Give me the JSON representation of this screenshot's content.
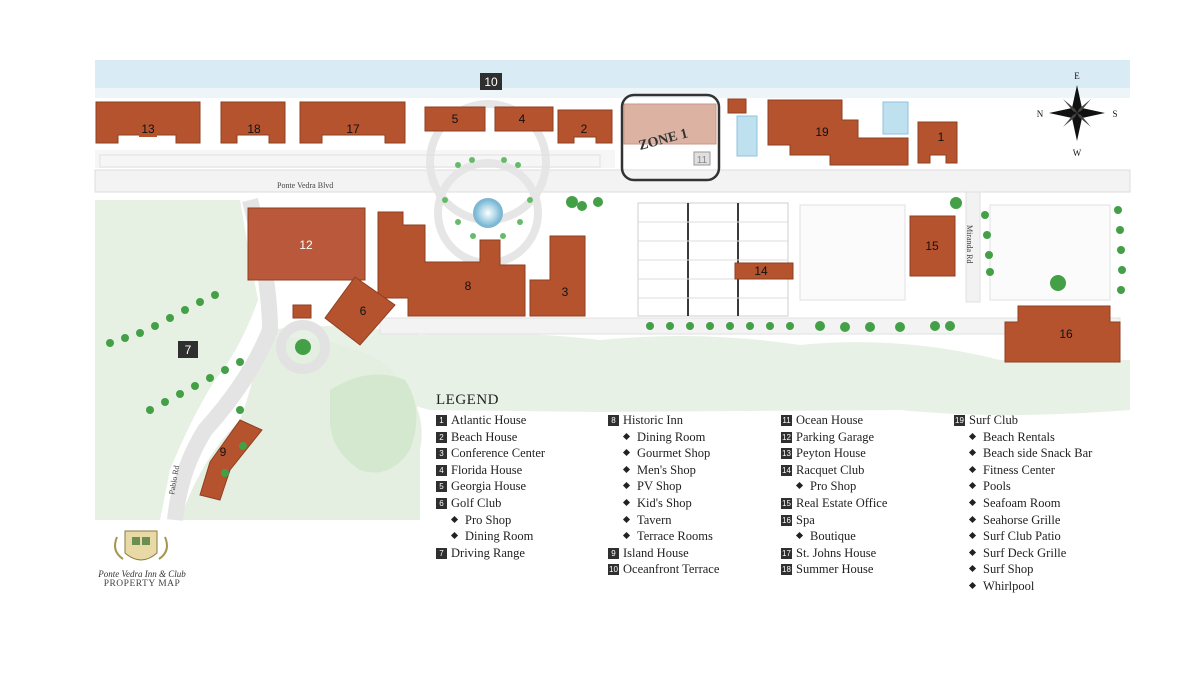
{
  "map": {
    "road_labels": {
      "ponte_vedra_blvd": "Ponte Vedra Blvd",
      "miranda_rd": "Miranda Rd",
      "pablo_rd": "Pablo Rd"
    },
    "zone_label": "ZONE 1",
    "compass": {
      "north": "N",
      "south": "S",
      "east": "E",
      "west": "W"
    },
    "building_numbers": {
      "b1": "1",
      "b2": "2",
      "b3": "3",
      "b4": "4",
      "b5": "5",
      "b6": "6",
      "b7": "7",
      "b8": "8",
      "b9": "9",
      "b10": "10",
      "b11": "11",
      "b12": "12",
      "b13": "13",
      "b14": "14",
      "b15": "15",
      "b16": "16",
      "b17": "17",
      "b18": "18",
      "b19": "19"
    },
    "colors": {
      "building": "#b5532f",
      "water": "#dcecf5",
      "green": "#e8f1e6",
      "road": "#f4f4f4",
      "tree": "#3f9b43",
      "label_badge": "#2f2f2f"
    }
  },
  "legend": {
    "title": "LEGEND",
    "col1": [
      {
        "num": "1",
        "text": "Atlantic House"
      },
      {
        "num": "2",
        "text": "Beach House"
      },
      {
        "num": "3",
        "text": "Conference Center"
      },
      {
        "num": "4",
        "text": "Florida House"
      },
      {
        "num": "5",
        "text": "Georgia House"
      },
      {
        "num": "6",
        "text": "Golf Club"
      },
      {
        "num": "",
        "text": "Pro Shop"
      },
      {
        "num": "",
        "text": "Dining Room"
      },
      {
        "num": "7",
        "text": "Driving Range"
      }
    ],
    "col2": [
      {
        "num": "8",
        "text": "Historic Inn"
      },
      {
        "num": "",
        "text": "Dining Room"
      },
      {
        "num": "",
        "text": "Gourmet Shop"
      },
      {
        "num": "",
        "text": "Men's Shop"
      },
      {
        "num": "",
        "text": "PV Shop"
      },
      {
        "num": "",
        "text": "Kid's Shop"
      },
      {
        "num": "",
        "text": "Tavern"
      },
      {
        "num": "",
        "text": "Terrace Rooms"
      },
      {
        "num": "9",
        "text": "Island House"
      },
      {
        "num": "10",
        "text": "Oceanfront Terrace"
      }
    ],
    "col3": [
      {
        "num": "11",
        "text": "Ocean House"
      },
      {
        "num": "12",
        "text": "Parking Garage"
      },
      {
        "num": "13",
        "text": "Peyton House"
      },
      {
        "num": "14",
        "text": "Racquet Club"
      },
      {
        "num": "",
        "text": "Pro Shop"
      },
      {
        "num": "15",
        "text": "Real Estate Office"
      },
      {
        "num": "16",
        "text": "Spa"
      },
      {
        "num": "",
        "text": "Boutique"
      },
      {
        "num": "17",
        "text": "St. Johns House"
      },
      {
        "num": "18",
        "text": "Summer House"
      }
    ],
    "col4": [
      {
        "num": "19",
        "text": "Surf Club"
      },
      {
        "num": "",
        "text": "Beach Rentals"
      },
      {
        "num": "",
        "text": "Beach side Snack Bar"
      },
      {
        "num": "",
        "text": "Fitness Center"
      },
      {
        "num": "",
        "text": "Pools"
      },
      {
        "num": "",
        "text": "Seafoam Room"
      },
      {
        "num": "",
        "text": "Seahorse Grille"
      },
      {
        "num": "",
        "text": "Surf Club Patio"
      },
      {
        "num": "",
        "text": "Surf Deck Grille"
      },
      {
        "num": "",
        "text": "Surf Shop"
      },
      {
        "num": "",
        "text": "Whirlpool"
      }
    ]
  },
  "brand": {
    "name": "Ponte Vedra Inn & Club",
    "subtitle": "PROPERTY MAP"
  }
}
